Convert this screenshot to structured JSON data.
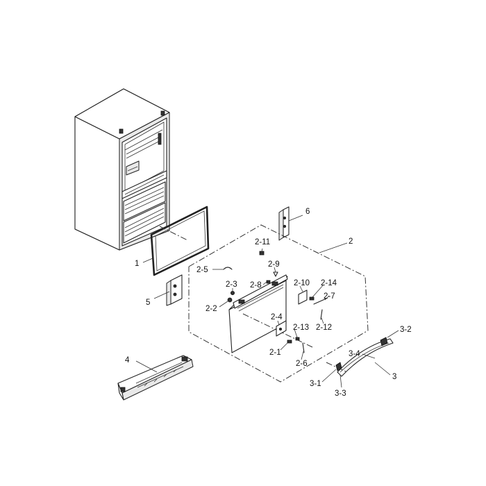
{
  "diagram": {
    "labels": [
      {
        "id": "1",
        "text": "1"
      },
      {
        "id": "2",
        "text": "2"
      },
      {
        "id": "2-1",
        "text": "2-1"
      },
      {
        "id": "2-2",
        "text": "2-2"
      },
      {
        "id": "2-3",
        "text": "2-3"
      },
      {
        "id": "2-4",
        "text": "2-4"
      },
      {
        "id": "2-5",
        "text": "2-5"
      },
      {
        "id": "2-6",
        "text": "2-6"
      },
      {
        "id": "2-7",
        "text": "2-7"
      },
      {
        "id": "2-8",
        "text": "2-8"
      },
      {
        "id": "2-9",
        "text": "2-9"
      },
      {
        "id": "2-10",
        "text": "2-10"
      },
      {
        "id": "2-11",
        "text": "2-11"
      },
      {
        "id": "2-12",
        "text": "2-12"
      },
      {
        "id": "2-13",
        "text": "2-13"
      },
      {
        "id": "2-14",
        "text": "2-14"
      },
      {
        "id": "3",
        "text": "3"
      },
      {
        "id": "3-1",
        "text": "3-1"
      },
      {
        "id": "3-2",
        "text": "3-2"
      },
      {
        "id": "3-3",
        "text": "3-3"
      },
      {
        "id": "3-4",
        "text": "3-4"
      },
      {
        "id": "4",
        "text": "4"
      },
      {
        "id": "5",
        "text": "5"
      },
      {
        "id": "6",
        "text": "6"
      }
    ]
  }
}
